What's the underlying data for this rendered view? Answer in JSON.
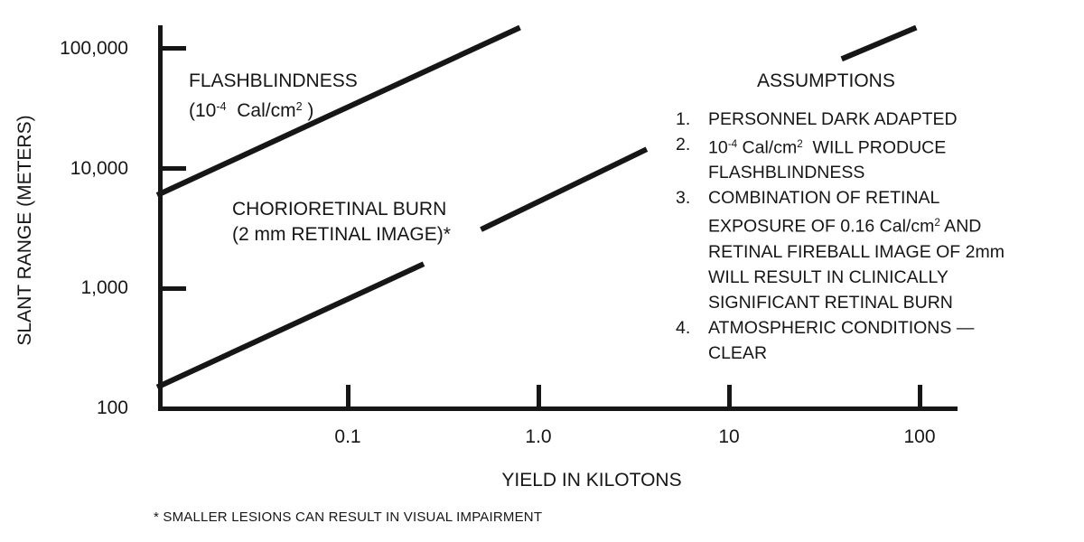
{
  "colors": {
    "ink": "#161616",
    "background": "#ffffff"
  },
  "chart_data": {
    "type": "line",
    "title": "",
    "xlabel": "YIELD IN KILOTONS",
    "ylabel": "SLANT RANGE (METERS)",
    "grid": false,
    "legend": "inline-labels",
    "x_axis": {
      "label": "YIELD IN KILOTONS",
      "scale": "log",
      "range": [
        0.01,
        150
      ],
      "ticks": [
        {
          "label": "0.1",
          "value": 0.1
        },
        {
          "label": "1.0",
          "value": 1
        },
        {
          "label": "10",
          "value": 10
        },
        {
          "label": "100",
          "value": 100
        }
      ]
    },
    "y_axis": {
      "label": "SLANT RANGE (METERS)",
      "scale": "log",
      "range": [
        100,
        160000
      ],
      "ticks": [
        {
          "label": "100,000",
          "value": 100000,
          "has_tick": true
        },
        {
          "label": "10,000",
          "value": 10000,
          "has_tick": true
        },
        {
          "label": "1,000",
          "value": 1000,
          "has_tick": true
        },
        {
          "label": "100",
          "value": 100,
          "has_tick": false
        }
      ]
    },
    "series": [
      {
        "id": "flashblindness",
        "name": "FLASHBLINDNESS (10^-4 Cal/cm^2)",
        "segments": [
          [
            [
              0.01,
              6000
            ],
            [
              0.8,
              150000
            ]
          ]
        ]
      },
      {
        "id": "chorioretinal",
        "name": "CHORIORETINAL BURN (2 mm RETINAL IMAGE)",
        "note": "drawn with gaps where the line passes labels and the assumptions text",
        "segments": [
          [
            [
              0.01,
              150
            ],
            [
              0.25,
              1600
            ]
          ],
          [
            [
              0.5,
              3100
            ],
            [
              3.7,
              14500
            ]
          ],
          [
            [
              39,
              82000
            ],
            [
              96,
              150000
            ]
          ]
        ]
      }
    ]
  },
  "labels": {
    "flashblindness": {
      "line1": "FLASHBLINDNESS",
      "line2": [
        {
          "t": "(10"
        },
        {
          "t": "-4",
          "sup": true
        },
        {
          "t": "  Cal/cm"
        },
        {
          "t": "2",
          "sup": true
        },
        {
          "t": " )"
        }
      ]
    },
    "chorioretinal": {
      "line1": "CHORIORETINAL BURN",
      "line2": "(2 mm RETINAL IMAGE)*"
    }
  },
  "assumptions": {
    "heading": "ASSUMPTIONS",
    "items": [
      {
        "num": "1.",
        "lines": [
          [
            {
              "t": "PERSONNEL DARK ADAPTED"
            }
          ]
        ]
      },
      {
        "num": "2.",
        "lines": [
          [
            {
              "t": "10"
            },
            {
              "t": "-4",
              "sup": true
            },
            {
              "t": " Cal/cm"
            },
            {
              "t": "2",
              "sup": true
            },
            {
              "t": "  WILL PRODUCE"
            }
          ],
          [
            {
              "t": "FLASHBLINDNESS"
            }
          ]
        ]
      },
      {
        "num": "3.",
        "lines": [
          [
            {
              "t": "COMBINATION OF RETINAL"
            }
          ],
          [
            {
              "t": "EXPOSURE OF 0.16 Cal/cm"
            },
            {
              "t": "2",
              "sup": true
            },
            {
              "t": " AND"
            }
          ],
          [
            {
              "t": "RETINAL FIREBALL IMAGE OF 2mm"
            }
          ],
          [
            {
              "t": "WILL RESULT IN CLINICALLY"
            }
          ],
          [
            {
              "t": "SIGNIFICANT RETINAL BURN"
            }
          ]
        ]
      },
      {
        "num": "4.",
        "lines": [
          [
            {
              "t": "ATMOSPHERIC CONDITIONS —"
            }
          ],
          [
            {
              "t": "CLEAR"
            }
          ]
        ]
      }
    ]
  },
  "footnote": "* SMALLER LESIONS CAN RESULT IN VISUAL IMPAIRMENT"
}
